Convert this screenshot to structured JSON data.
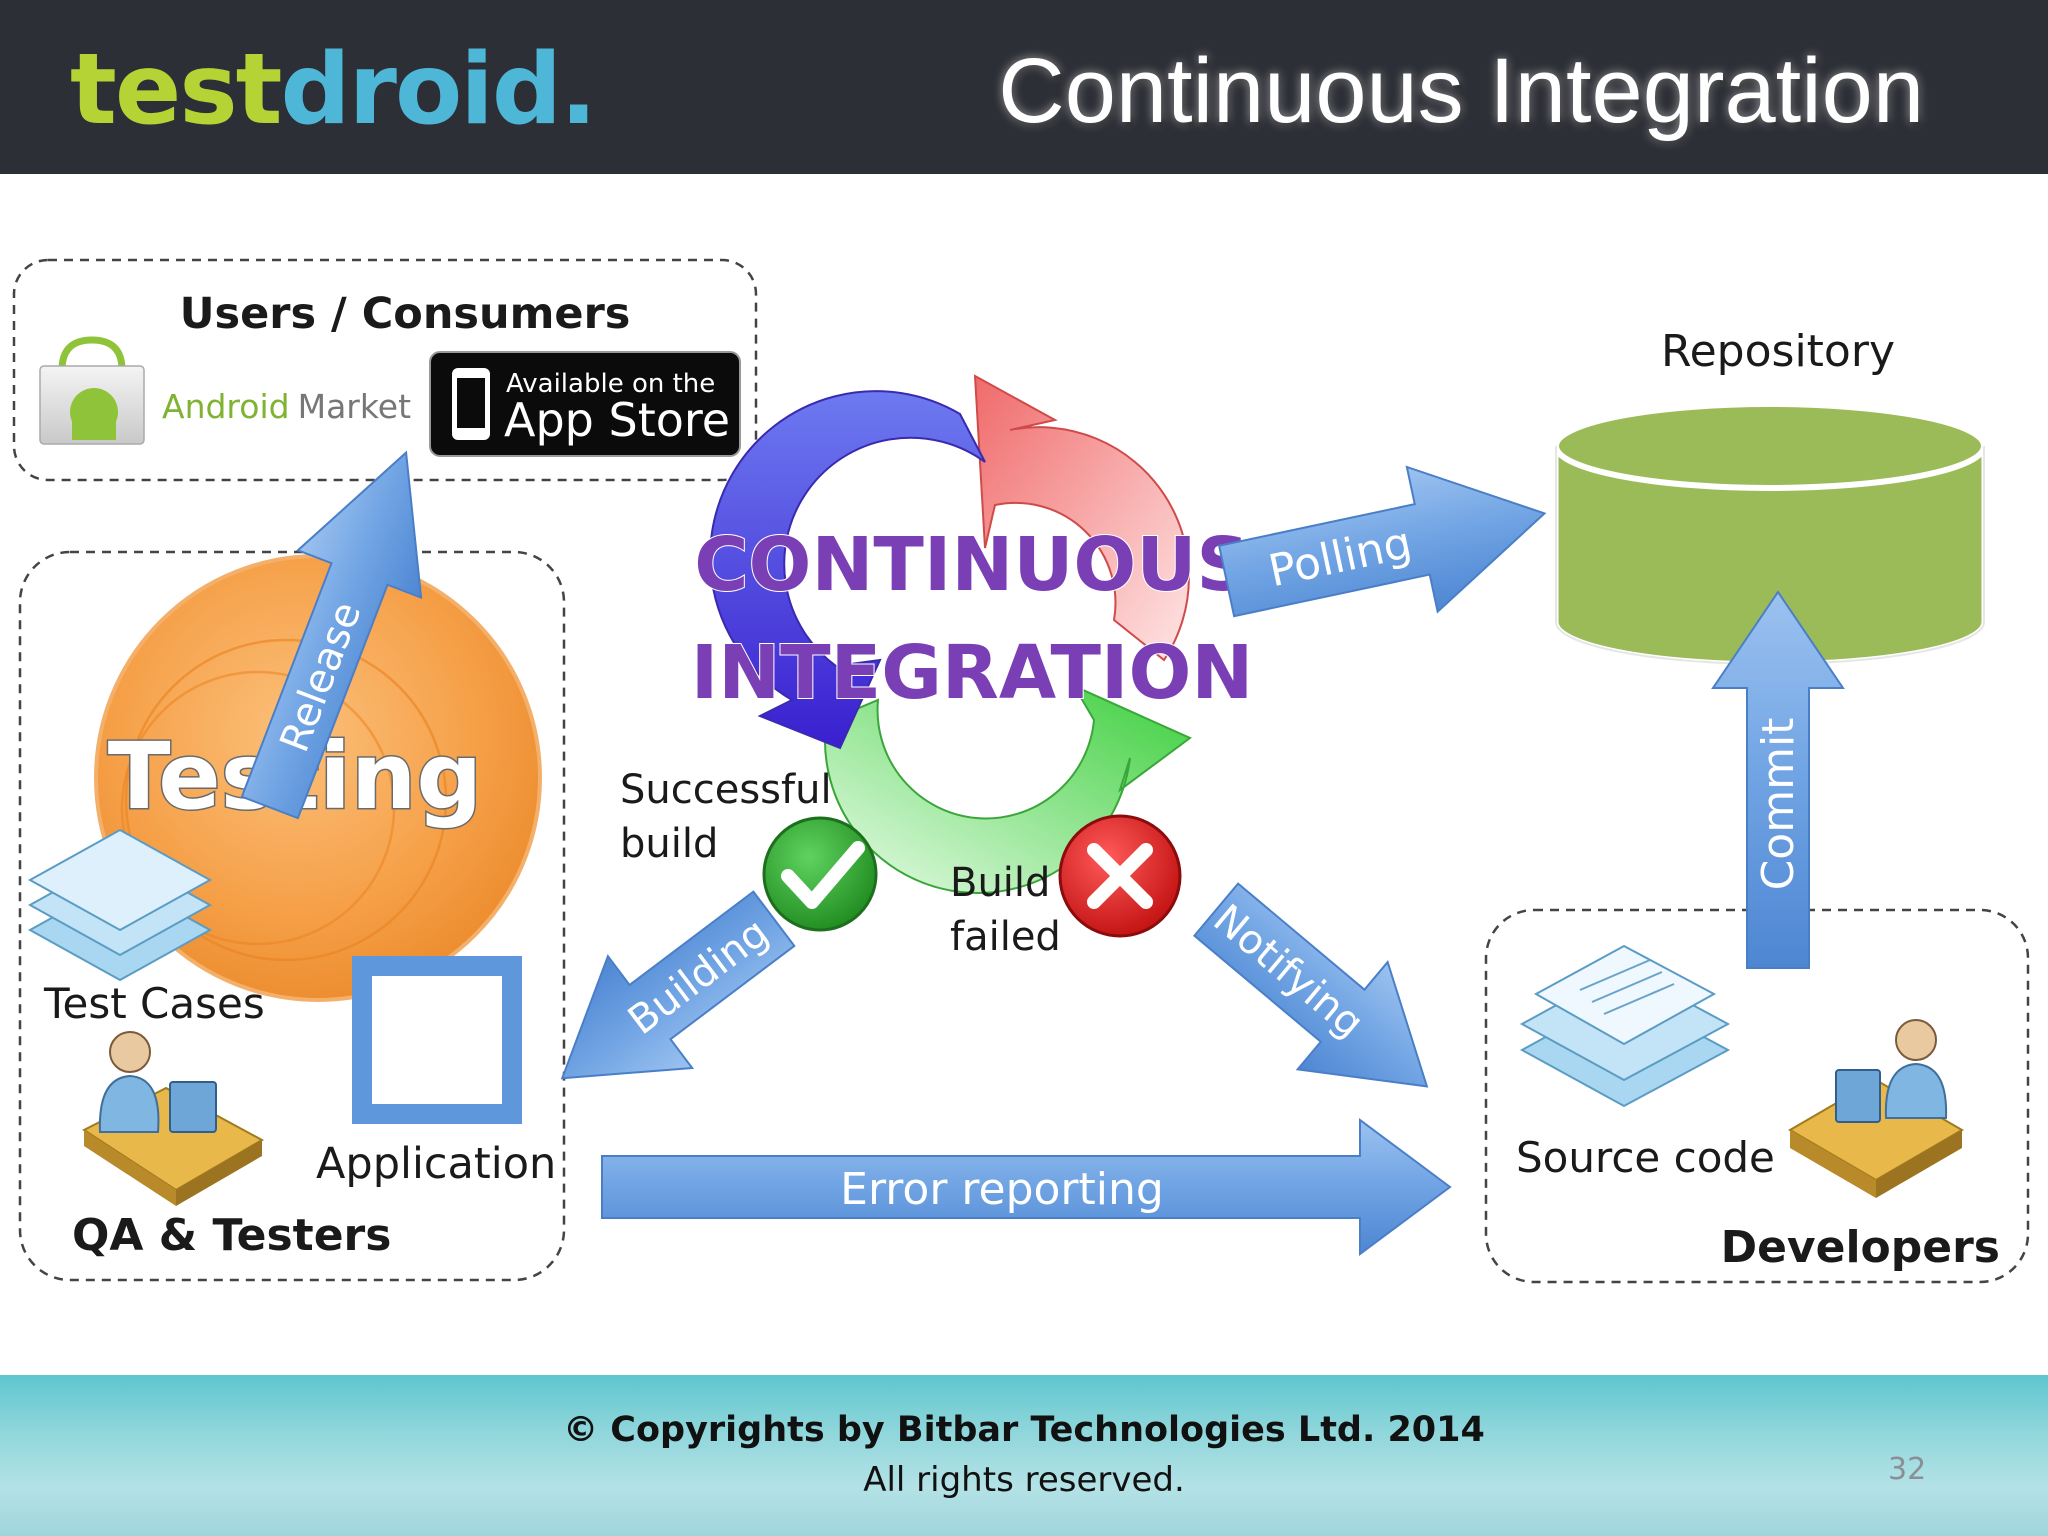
{
  "header": {
    "logo_part1": "test",
    "logo_part2": "droid.",
    "title": "Continuous Integration"
  },
  "diagram": {
    "users_group_title": "Users / Consumers",
    "android_market_word1": "Android",
    "android_market_word2": "Market",
    "app_store_small": "Available on the",
    "app_store_big": "App Store",
    "center_line1": "CONTINUOUS",
    "center_line2": "INTEGRATION",
    "repository_label": "Repository",
    "testing_label": "Testing",
    "test_cases_label": "Test Cases",
    "application_label": "Application",
    "qa_group_label": "QA & Testers",
    "successful_build_line1": "Successful",
    "successful_build_line2": "build",
    "build_failed_line1": "Build",
    "build_failed_line2": "failed",
    "source_code_label": "Source code",
    "developers_label": "Developers",
    "arrows": {
      "release": "Release",
      "polling": "Polling",
      "commit": "Commit",
      "building": "Building",
      "notifying": "Notifying",
      "error_reporting": "Error reporting"
    },
    "icons": [
      "shopping-bag-icon",
      "smartphone-icon",
      "cycle-arrows-icon",
      "database-cylinder-icon",
      "document-stack-icon",
      "person-at-computer-icon",
      "checkmark-icon",
      "cross-icon"
    ],
    "colors": {
      "arrow_blue": "#5f97dd",
      "testing_orange": "#f39a3c",
      "repository_green": "#9bbb59",
      "success_green": "#2d9e2d",
      "fail_red": "#d21e1e",
      "ci_purple": "#6a3aa6"
    }
  },
  "footer": {
    "copyright": "© Copyrights by Bitbar Technologies Ltd. 2014",
    "rights": "All rights reserved.",
    "page_number": "32"
  }
}
